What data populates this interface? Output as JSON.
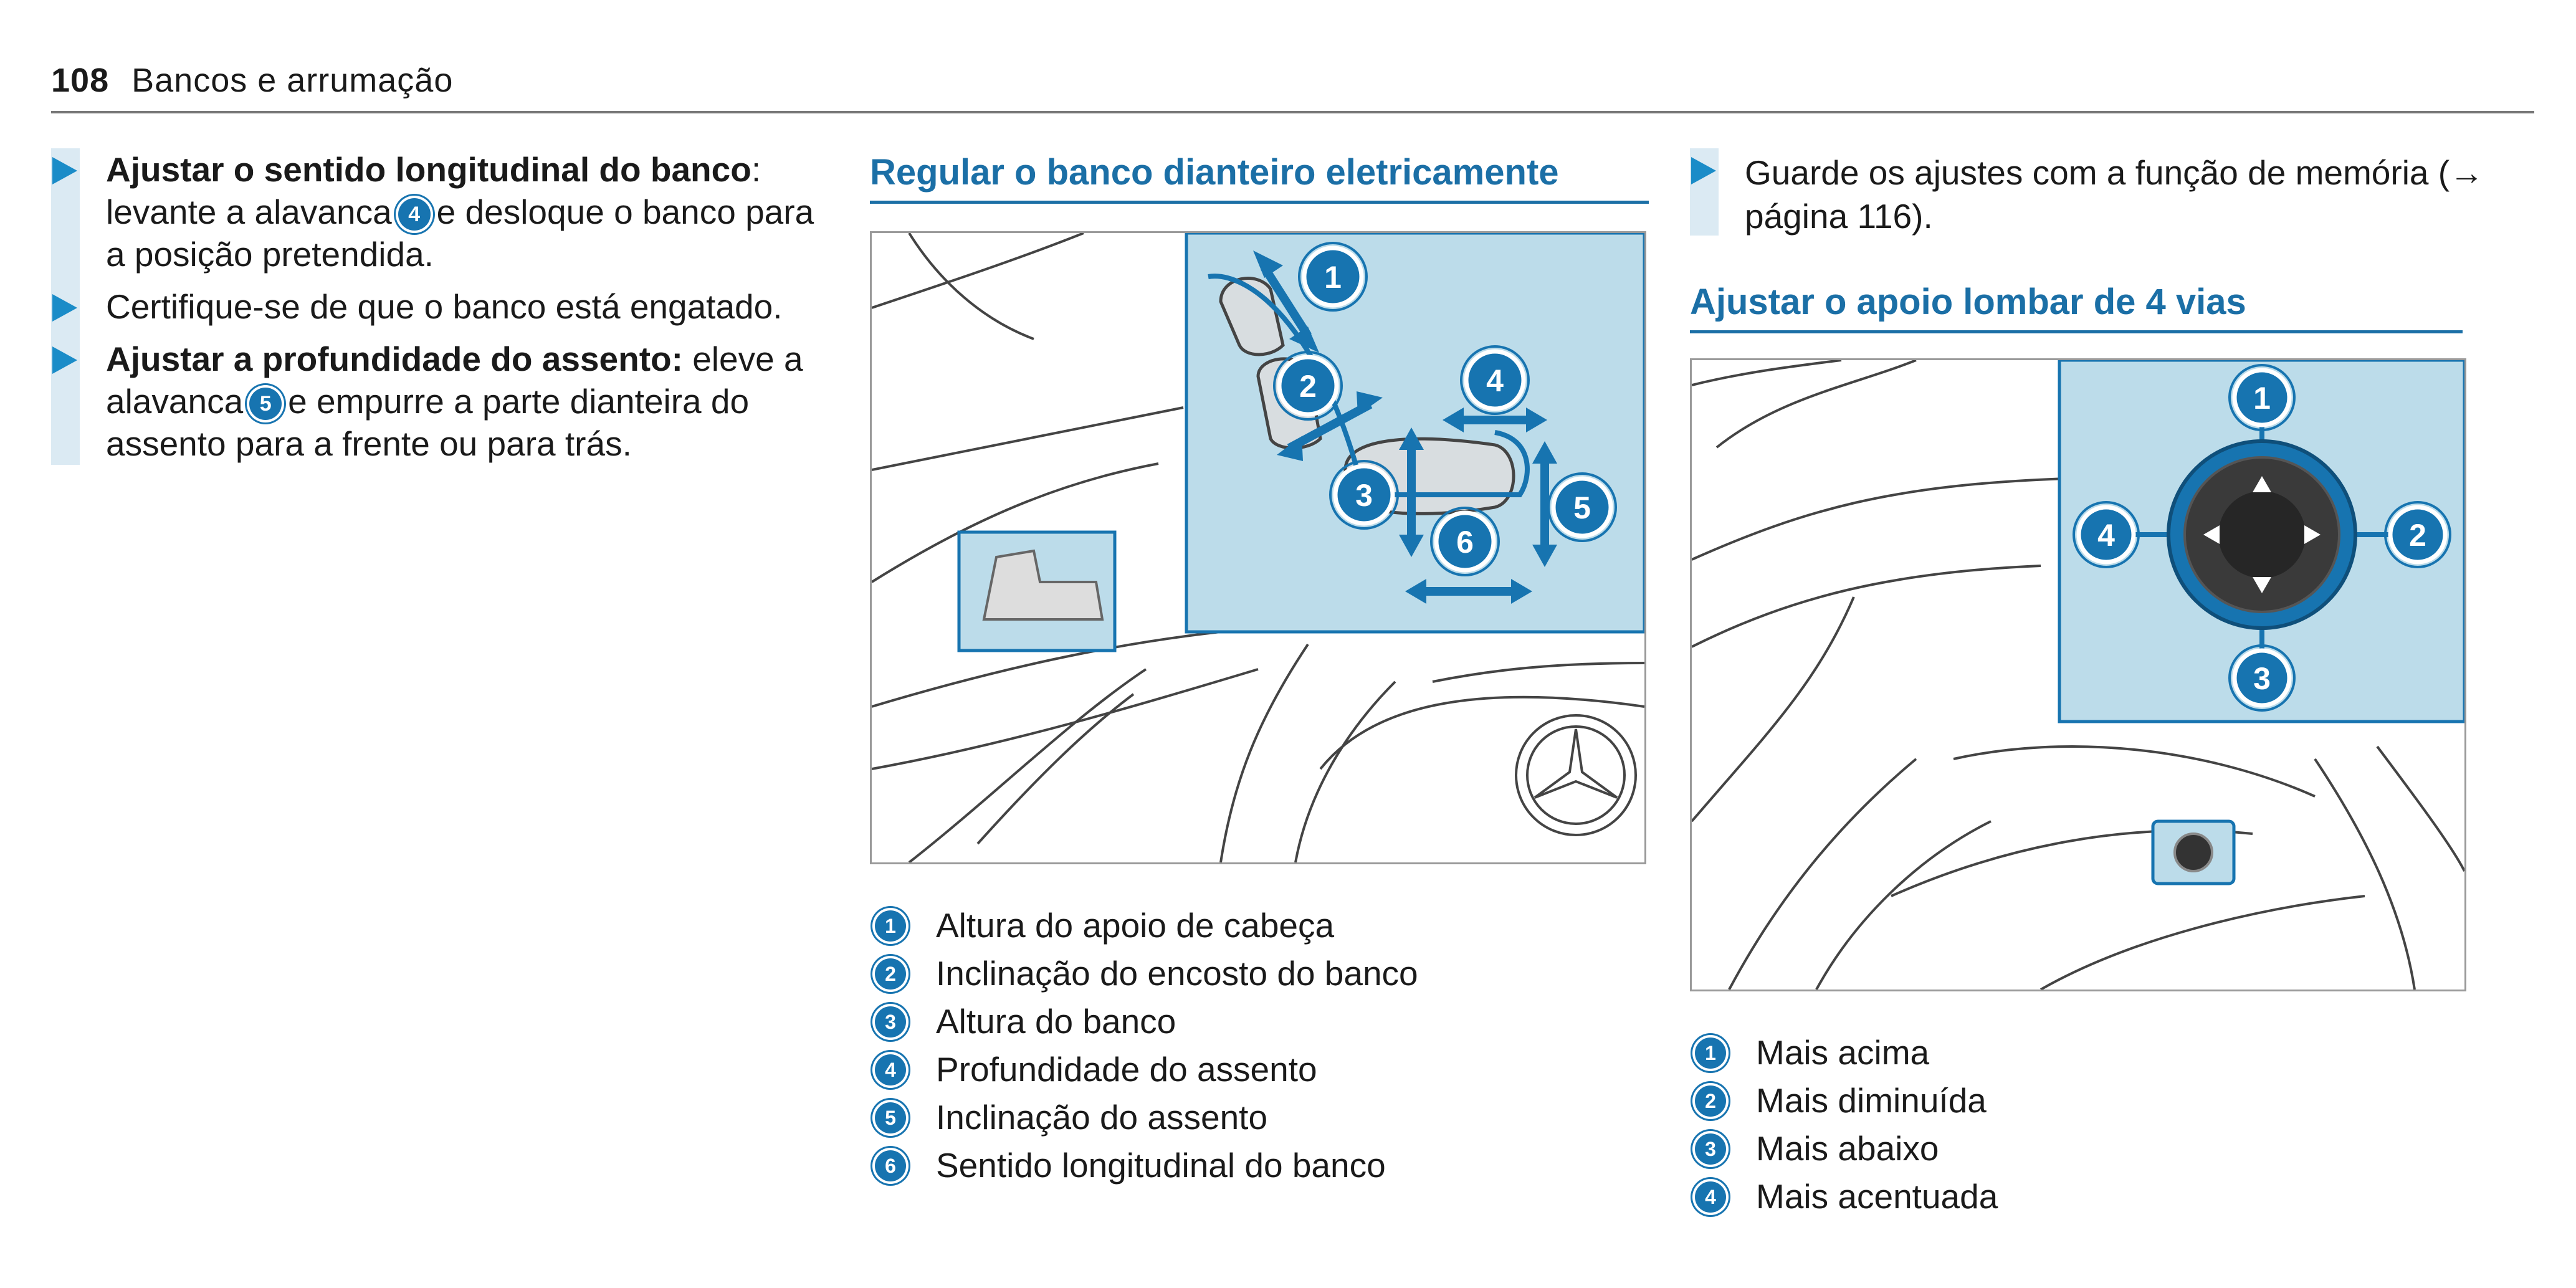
{
  "header": {
    "page_number": "108",
    "section": "Bancos e arrumação"
  },
  "steps_left": [
    {
      "bold": "Ajustar o sentido longitudinal do banco",
      "pre": ":",
      "line_a": "levante a alavanca",
      "num": "4",
      "line_b": "e desloque o banco para a posição pretendida."
    },
    {
      "text": "Certifique-se de que o banco está engatado."
    },
    {
      "bold": "Ajustar a profundidade do assento:",
      "line_a": " eleve a alavanca",
      "num": "5",
      "line_b": "e empurre a parte dianteira do assento para a frente ou para trás."
    }
  ],
  "section_electric": {
    "title": "Regular o banco dianteiro eletricamente",
    "callouts": [
      "1",
      "2",
      "3",
      "4",
      "5",
      "6"
    ],
    "legend": [
      {
        "num": "1",
        "text": "Altura do apoio de cabeça"
      },
      {
        "num": "2",
        "text": "Inclinação do encosto do banco"
      },
      {
        "num": "3",
        "text": "Altura do banco"
      },
      {
        "num": "4",
        "text": "Profundidade do assento"
      },
      {
        "num": "5",
        "text": "Inclinação do assento"
      },
      {
        "num": "6",
        "text": "Sentido longitudinal do banco"
      }
    ]
  },
  "step_memory": {
    "text": "Guarde os ajustes com a função de memória (→ página 116)."
  },
  "section_lumbar": {
    "title": "Ajustar o apoio lombar de 4 vias",
    "callouts": [
      "1",
      "2",
      "3",
      "4"
    ],
    "legend": [
      {
        "num": "1",
        "text": "Mais acima"
      },
      {
        "num": "2",
        "text": "Mais diminuída"
      },
      {
        "num": "3",
        "text": "Mais abaixo"
      },
      {
        "num": "4",
        "text": "Mais acentuada"
      }
    ]
  },
  "colors": {
    "accent": "#1b6fa6",
    "callout": "#1774b0",
    "bullet": "#1a8cc8",
    "bullet_bg": "#dbeaf3",
    "inset": "#bcdcea"
  }
}
